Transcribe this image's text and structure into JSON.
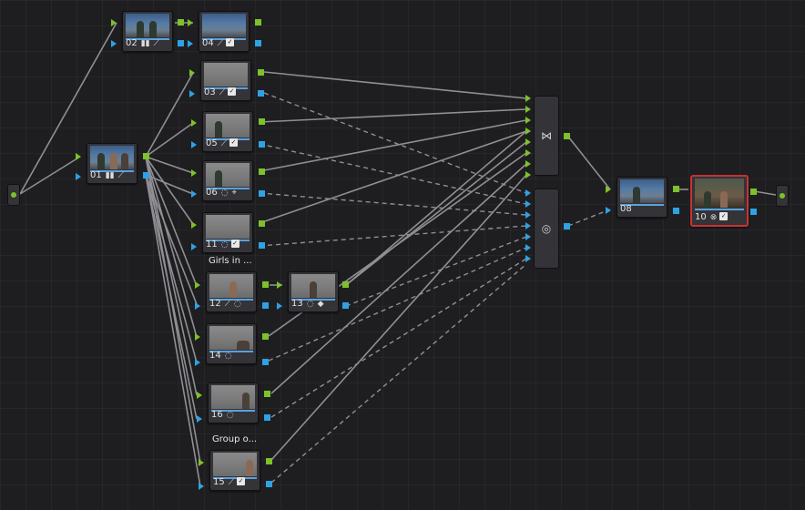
{
  "nodes": {
    "n01": {
      "label": "01"
    },
    "n02": {
      "label": "02"
    },
    "n03": {
      "label": "03"
    },
    "n04": {
      "label": "04"
    },
    "n05": {
      "label": "05"
    },
    "n06": {
      "label": "06"
    },
    "n08": {
      "label": "08"
    },
    "n10": {
      "label": "10"
    },
    "n11": {
      "label": "11",
      "caption": "Girls in ..."
    },
    "n12": {
      "label": "12"
    },
    "n13": {
      "label": "13"
    },
    "n14": {
      "label": "14"
    },
    "n15": {
      "label": "15"
    },
    "n16": {
      "label": "16",
      "caption": "Group o..."
    }
  },
  "colors": {
    "rgb_output": "#7cc228",
    "alpha_output": "#2ea2e6",
    "selected_border": "#c83232"
  }
}
